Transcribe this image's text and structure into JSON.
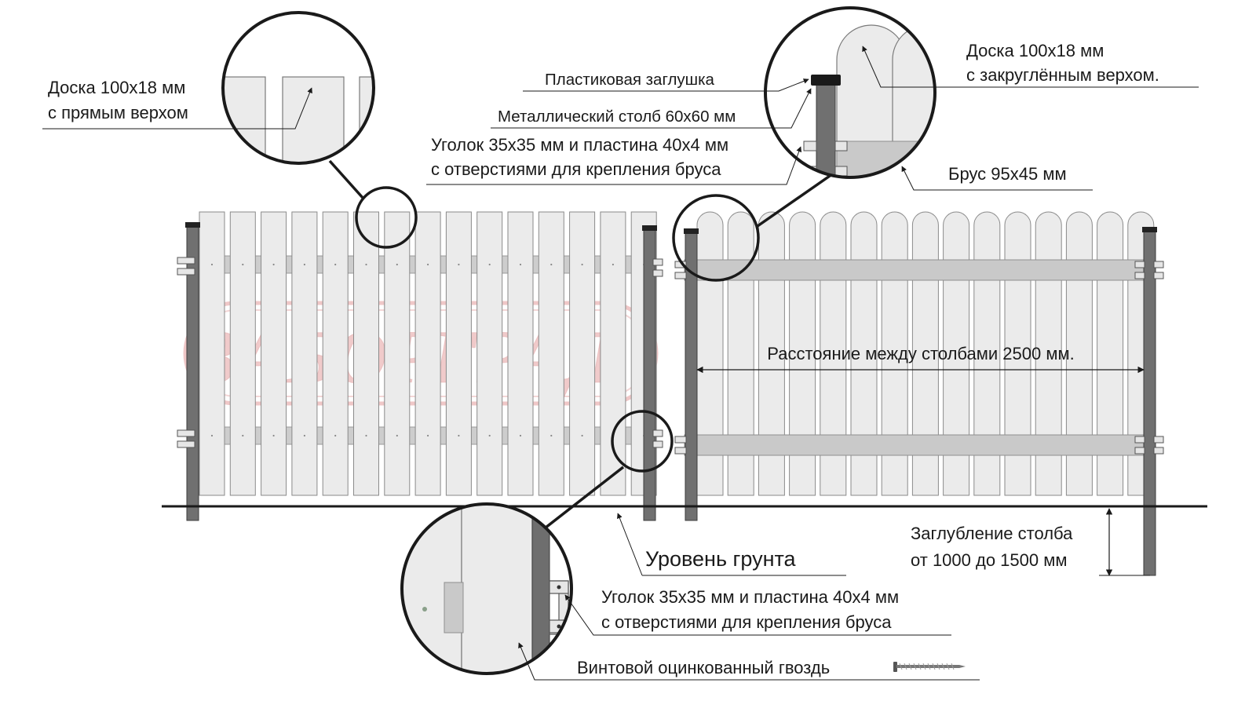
{
  "watermark": {
    "brand_text": "ЗАБОРГРАД",
    "trademark": "®",
    "color": "#e8b3b3"
  },
  "labels": {
    "flat_board": [
      "Доска 100х18 мм",
      "с прямым верхом"
    ],
    "rounded_board": [
      "Доска 100х18 мм",
      "с закруглённым верхом."
    ],
    "plastic_cap": "Пластиковая заглушка",
    "metal_post": "Металлический столб 60х60 мм",
    "corner_top": [
      "Уголок 35х35 мм и пластина 40х4 мм",
      "с отверстиями для крепления бруса"
    ],
    "beam": "Брус 95х45 мм",
    "post_spacing": "Расстояние между столбами 2500 мм.",
    "ground_level": "Уровень грунта",
    "post_depth": [
      "Заглубление столба",
      "от 1000 до 1500 мм"
    ],
    "corner_bottom": [
      "Уголок 35х35 мм и пластина 40х4 мм",
      "с отверстиями для крепления бруса"
    ],
    "nail": "Винтовой оцинкованный гвоздь"
  },
  "colors": {
    "board_fill": "#ebebeb",
    "board_stroke": "#8a8a8a",
    "beam_fill": "#c9c9c9",
    "post_fill": "#6e6e6e",
    "line": "#1a1a1a"
  }
}
